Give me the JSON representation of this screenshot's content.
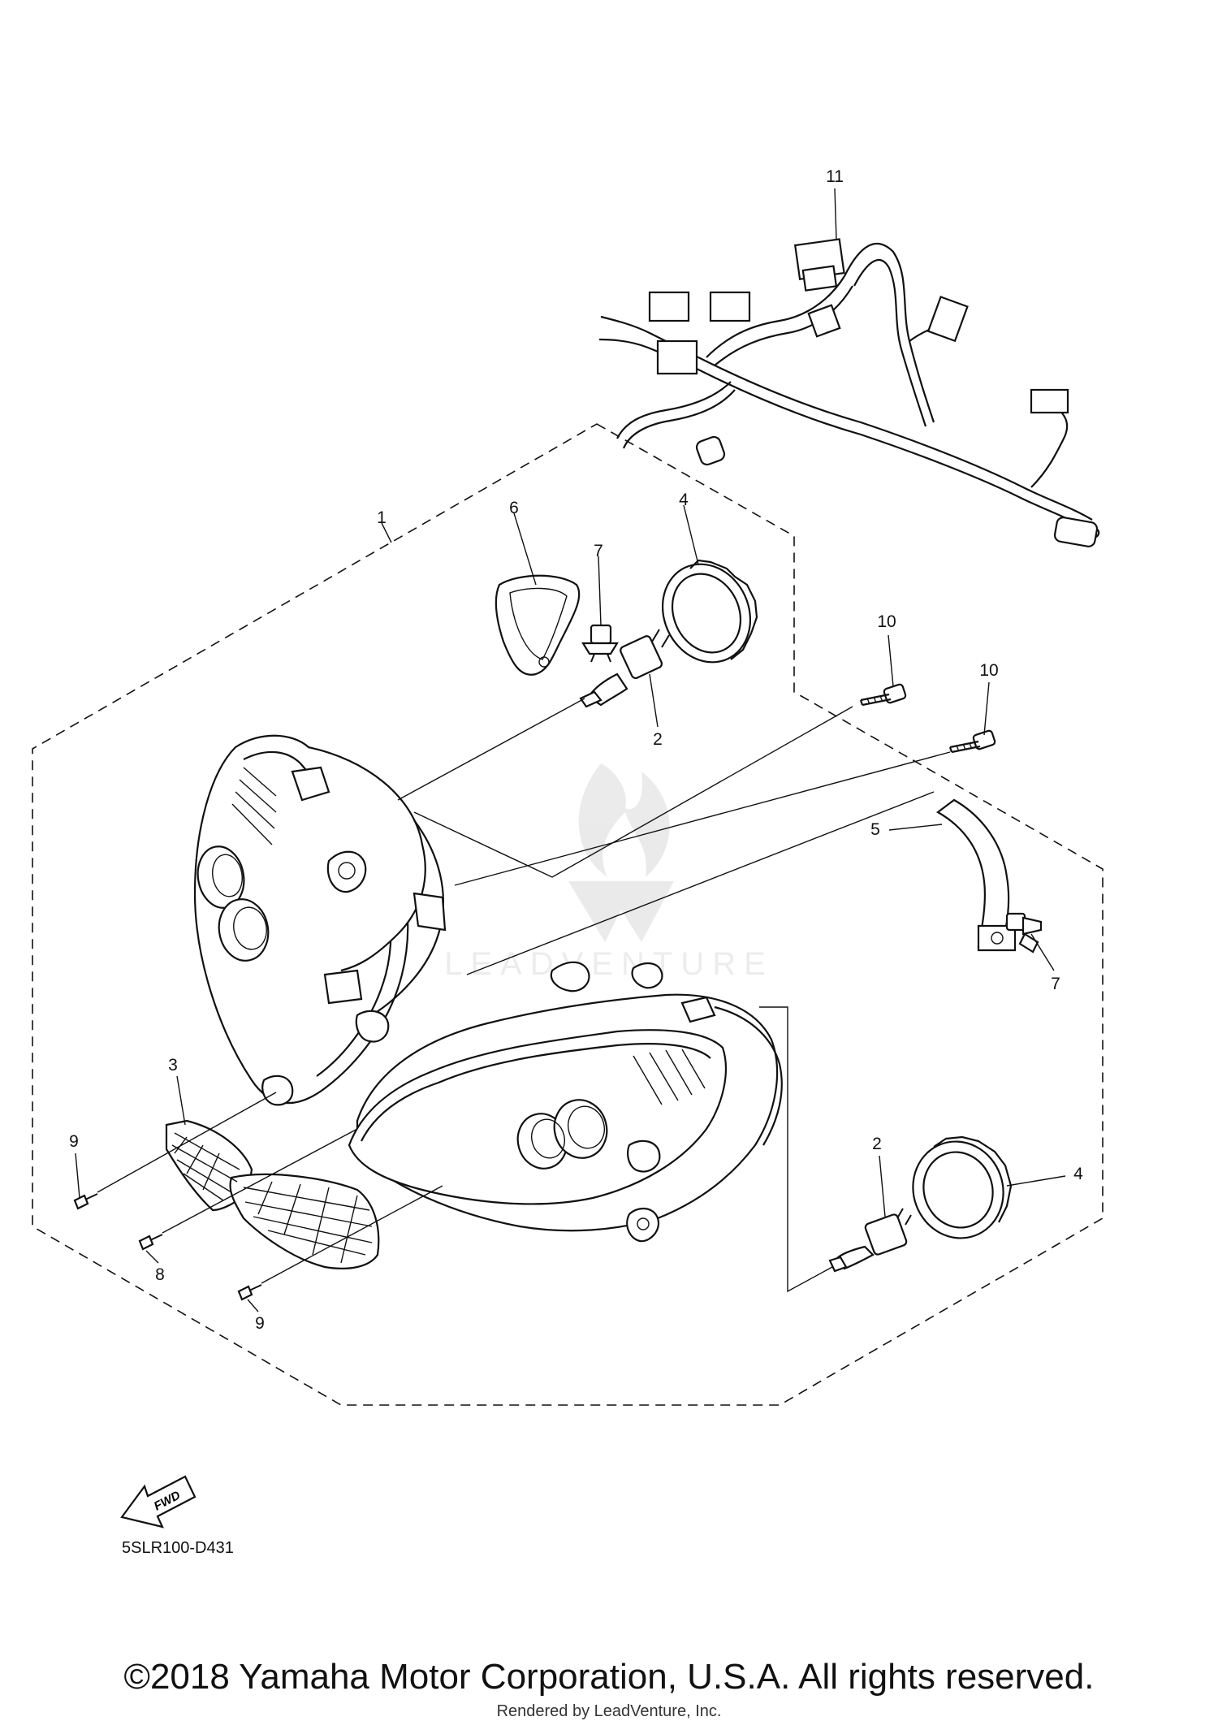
{
  "callouts": {
    "c1": "1",
    "c2a": "2",
    "c2b": "2",
    "c3": "3",
    "c4a": "4",
    "c4b": "4",
    "c5": "5",
    "c6": "6",
    "c7a": "7",
    "c7b": "7",
    "c8": "8",
    "c9a": "9",
    "c9b": "9",
    "c10a": "10",
    "c10b": "10",
    "c11": "11"
  },
  "fwd_label": "FWD",
  "diagram_code": "5SLR100-D431",
  "watermark": "LEADVENTURE",
  "copyright": "©2018 Yamaha Motor Corporation, U.S.A. All rights reserved.",
  "rendered_by": "Rendered by LeadVenture, Inc."
}
